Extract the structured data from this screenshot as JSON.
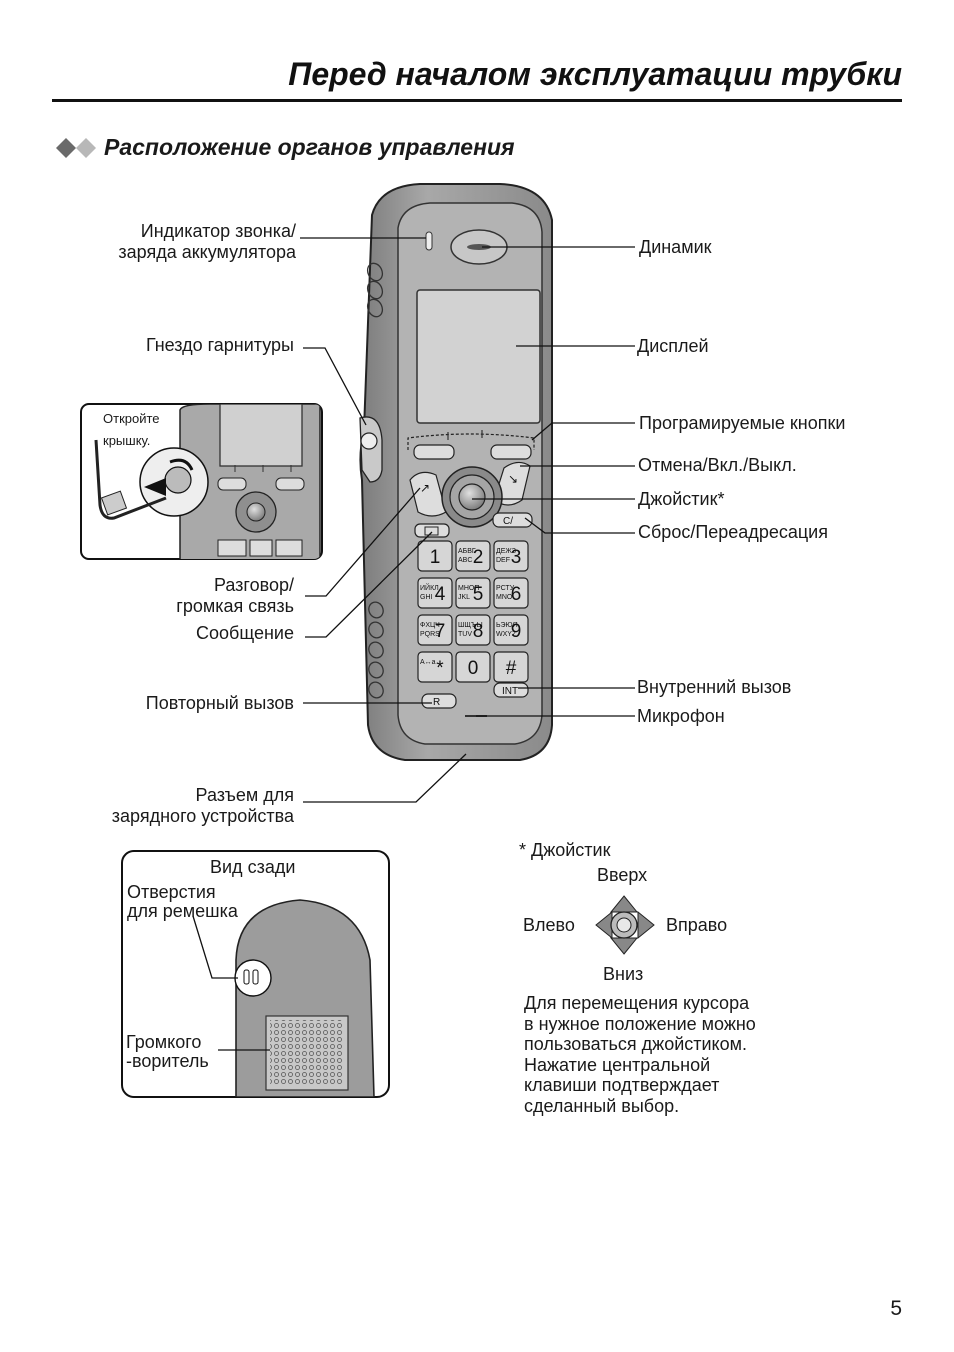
{
  "page": {
    "title": "Перед началом эксплуатации трубки",
    "section_title": "Расположение органов управления",
    "page_number": "5"
  },
  "labels": {
    "indicator_l1": "Индикатор звонка/",
    "indicator_l2": "заряда аккумулятора",
    "speaker": "Динамик",
    "headset": "Гнездо гарнитуры",
    "display": "Дисплей",
    "soft_keys": "Програмируемые кнопки",
    "off_key": "Отмена/Вкл./Выкл.",
    "joystick": "Джойстик*",
    "clear_key": "Сброс/Переадресация",
    "talk_l1": "Разговор/",
    "talk_l2": "громкая связь",
    "message": "Сообщение",
    "intercom": "Внутренний вызов",
    "microphone": "Микрофон",
    "recall": "Повторный вызов",
    "charger_l1": "Разъем для",
    "charger_l2": "зарядного устройства"
  },
  "inset": {
    "open_l1": "Откройте",
    "open_l2": "крышку."
  },
  "rear_view": {
    "title": "Вид сзади",
    "strap_l1": "Отверстия",
    "strap_l2": "для ремешка",
    "loud_l1": "Громкого",
    "loud_l2": "-воритель"
  },
  "joystick_info": {
    "title": "* Джойстик",
    "up": "Вверх",
    "left": "Влево",
    "right": "Вправо",
    "down": "Вниз",
    "desc": [
      "Для перемещения курсора",
      "в нужное положение можно",
      "пользоваться джойстиком.",
      "Нажатие центральной",
      "клавиши подтверждает",
      "сделанный выбор."
    ]
  },
  "keypad": {
    "keys": [
      {
        "main": "1",
        "sub": ""
      },
      {
        "main": "2",
        "sub": "АБВГ ABC"
      },
      {
        "main": "3",
        "sub": "ДЕЖЗ DEF"
      },
      {
        "main": "4",
        "sub": "ИЙКЛ GHI"
      },
      {
        "main": "5",
        "sub": "МНОП JKL"
      },
      {
        "main": "6",
        "sub": "РСТУ MNO"
      },
      {
        "main": "7",
        "sub": "ФХЦЧ PQRS"
      },
      {
        "main": "8",
        "sub": "ШЩЪЫ TUV"
      },
      {
        "main": "9",
        "sub": "ЬЭЮЯ WXYZ"
      },
      {
        "main": "*",
        "sub": "A↔а"
      },
      {
        "main": "0",
        "sub": ""
      },
      {
        "main": "#",
        "sub": ""
      }
    ],
    "recall_key": "R",
    "int_key": "INT",
    "clear_key": "C/"
  },
  "colors": {
    "text": "#1a1a1a",
    "phone_body": "#9a9a9a",
    "phone_face": "#b5b5b5",
    "display": "#d4d4d4"
  }
}
